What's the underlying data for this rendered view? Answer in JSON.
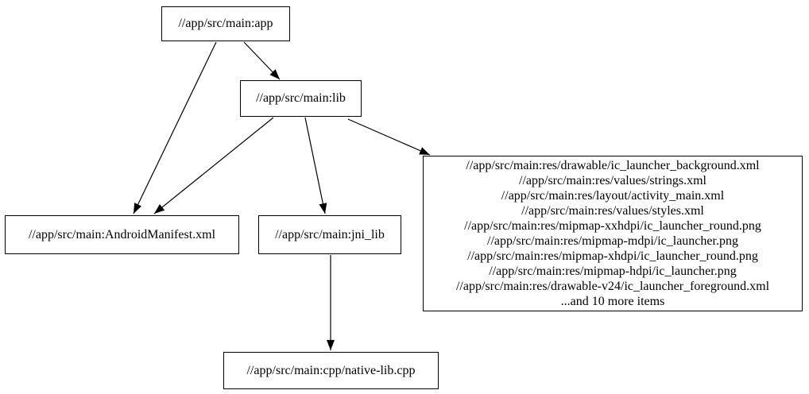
{
  "diagram": {
    "type": "dependency-graph",
    "background_color": "#ffffff",
    "stroke_color": "#000000",
    "nodes": {
      "app": {
        "label": "//app/src/main:app"
      },
      "lib": {
        "label": "//app/src/main:lib"
      },
      "manifest": {
        "label": "//app/src/main:AndroidManifest.xml"
      },
      "jni_lib": {
        "label": "//app/src/main:jni_lib"
      },
      "res": {
        "lines": [
          "//app/src/main:res/drawable/ic_launcher_background.xml",
          "//app/src/main:res/values/strings.xml",
          "//app/src/main:res/layout/activity_main.xml",
          "//app/src/main:res/values/styles.xml",
          "//app/src/main:res/mipmap-xxhdpi/ic_launcher_round.png",
          "//app/src/main:res/mipmap-mdpi/ic_launcher.png",
          "//app/src/main:res/mipmap-xhdpi/ic_launcher_round.png",
          "//app/src/main:res/mipmap-hdpi/ic_launcher.png",
          "//app/src/main:res/drawable-v24/ic_launcher_foreground.xml",
          "...and 10 more items"
        ]
      },
      "cpp": {
        "label": "//app/src/main:cpp/native-lib.cpp"
      }
    },
    "edges": [
      {
        "from": "app",
        "to": "lib",
        "points": [
          307,
          53,
          352,
          100
        ]
      },
      {
        "from": "app",
        "to": "manifest",
        "points": [
          272,
          53,
          168,
          269
        ]
      },
      {
        "from": "lib",
        "to": "manifest",
        "points": [
          344,
          148,
          194,
          269
        ]
      },
      {
        "from": "lib",
        "to": "jni_lib",
        "points": [
          384,
          148,
          409,
          269
        ]
      },
      {
        "from": "lib",
        "to": "res",
        "points": [
          438,
          150,
          541,
          195
        ]
      },
      {
        "from": "jni_lib",
        "to": "cpp",
        "points": [
          416,
          321,
          416,
          441
        ]
      }
    ]
  }
}
